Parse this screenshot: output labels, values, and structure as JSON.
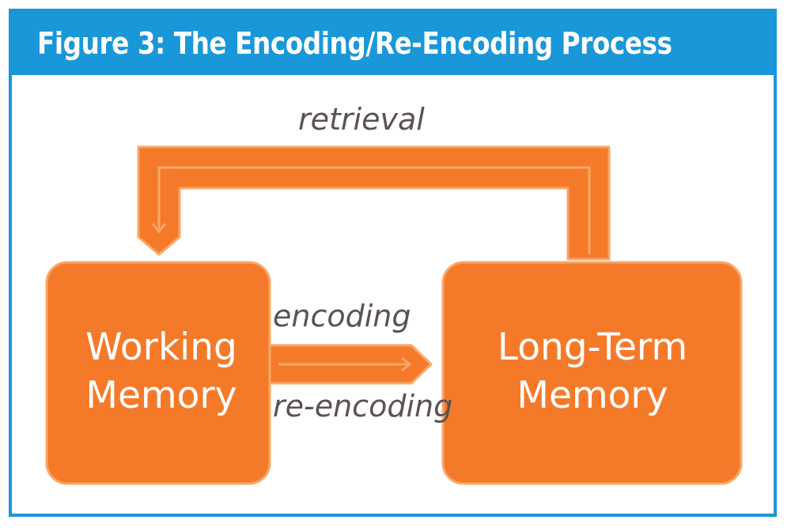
{
  "figure": {
    "title": "Figure 3: The Encoding/Re-Encoding Process"
  },
  "nodes": {
    "working_memory": {
      "line1": "Working",
      "line2": "Memory"
    },
    "long_term_memory": {
      "line1": "Long-Term",
      "line2": "Memory"
    }
  },
  "edges": {
    "retrieval": "retrieval",
    "encoding": "encoding",
    "re_encoding": "re-encoding"
  },
  "colors": {
    "frame_blue": "#1a97d8",
    "box_orange": "#f47a2a",
    "box_border": "#f9a766",
    "label_gray": "#5a5352"
  }
}
